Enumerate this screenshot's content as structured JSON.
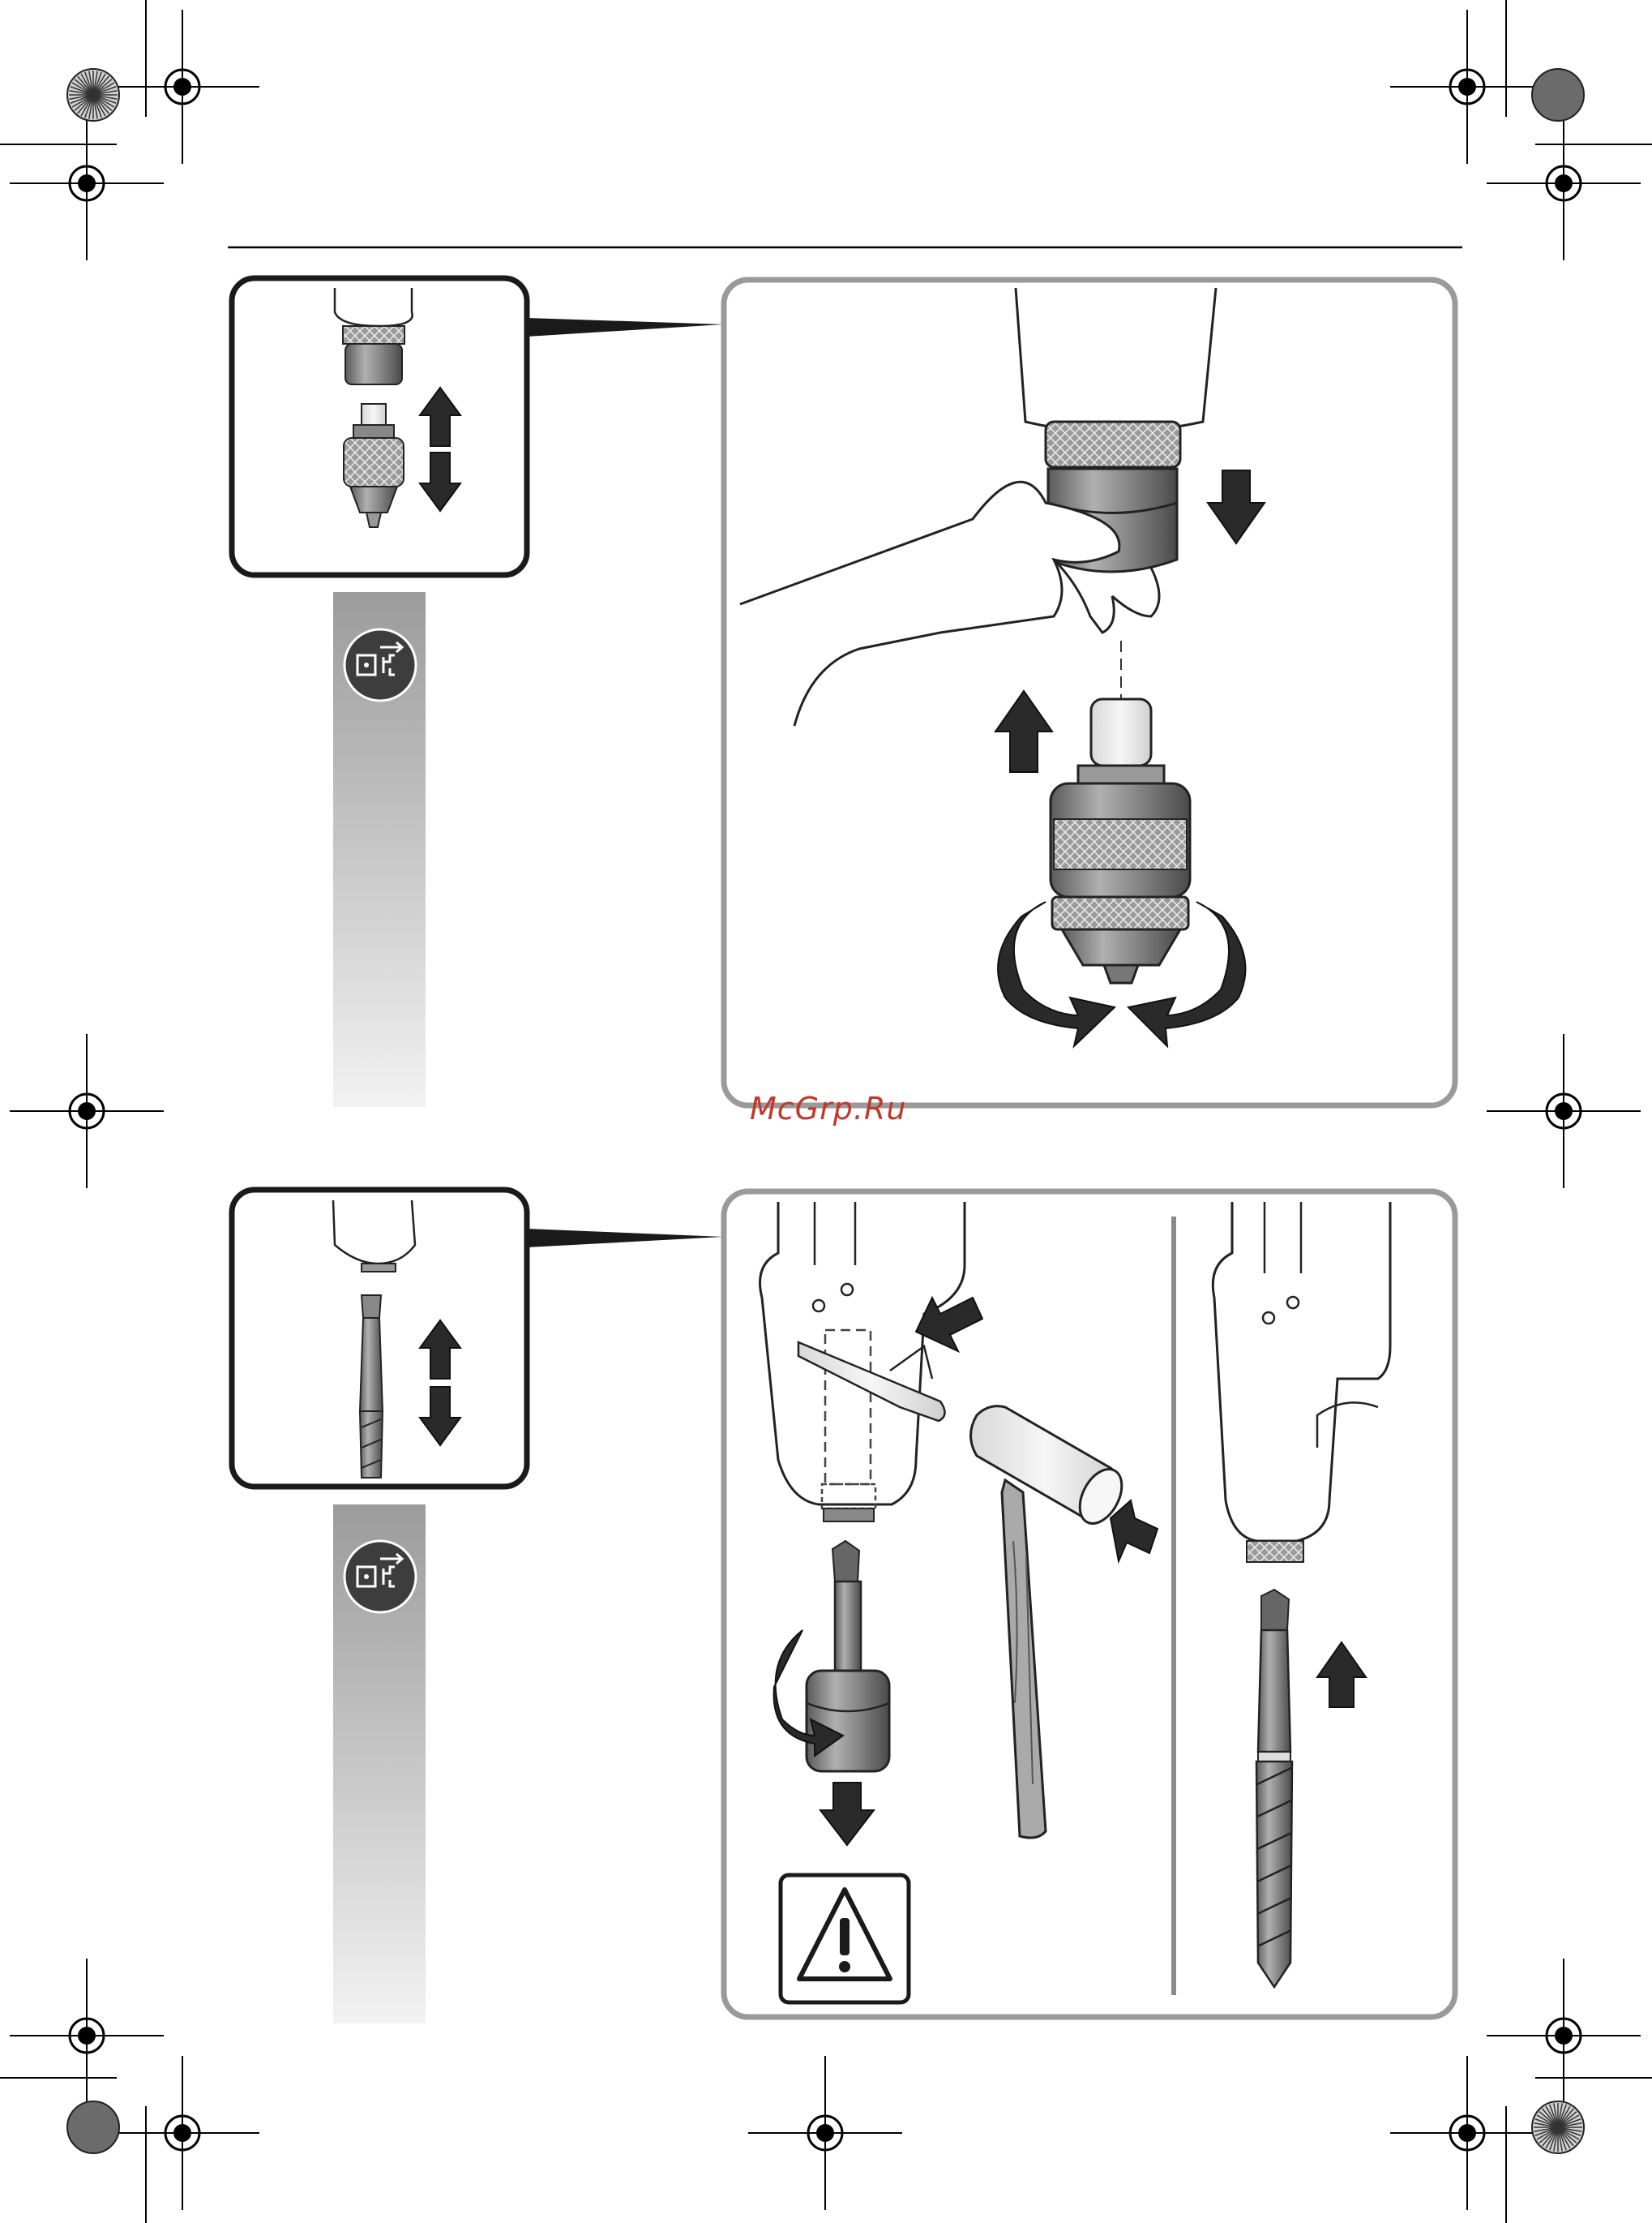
{
  "watermark": {
    "text": "McGrp.Ru"
  },
  "colors": {
    "frame_gray": "#9a9a9a",
    "ink": "#1a1a1a",
    "band_top": "#9b9b9b",
    "band_bottom": "#f2f2f2",
    "metal": "#8c8c8c",
    "metal_dark": "#555555",
    "watermark_red": "#c0392b"
  },
  "icons": {
    "unplug": "unplug-before-work-icon",
    "warning": "warning-triangle-icon",
    "registration": "registration-mark-icon"
  },
  "figures": [
    {
      "id": "chuck-change",
      "steps": [
        "push-chuck-up",
        "twist-chuck",
        "pull-chuck-down"
      ]
    },
    {
      "id": "taper-tool-change",
      "steps": [
        "drive-out-with-wedge-and-hammer",
        "remove-adapter",
        "insert-taper-drill"
      ]
    }
  ]
}
